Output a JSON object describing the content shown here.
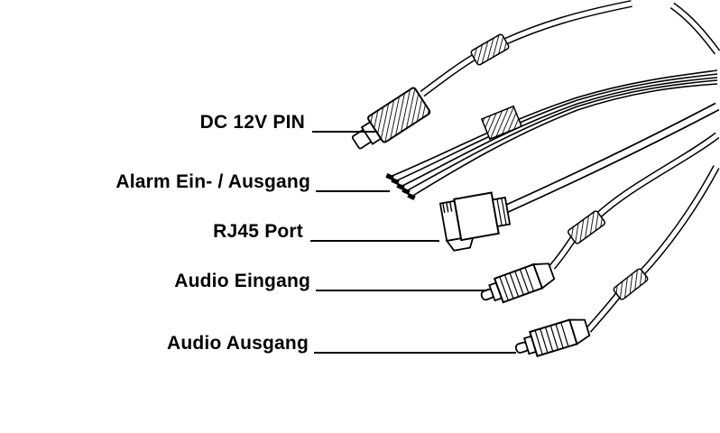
{
  "diagram": {
    "title": "Camera cable harness connector diagram",
    "colors": {
      "line": "#000000",
      "background": "#ffffff"
    },
    "labels": [
      {
        "id": "dc-12v-pin",
        "text": "DC 12V PIN"
      },
      {
        "id": "alarm-io",
        "text": "Alarm Ein- / Ausgang"
      },
      {
        "id": "rj45-port",
        "text": "RJ45 Port"
      },
      {
        "id": "audio-in",
        "text": "Audio Eingang"
      },
      {
        "id": "audio-out",
        "text": "Audio Ausgang"
      }
    ],
    "connectors": [
      "dc-power-plug",
      "alarm-wire-ribbon",
      "rj45-plug",
      "rca-audio-in-plug",
      "rca-audio-out-plug"
    ]
  }
}
